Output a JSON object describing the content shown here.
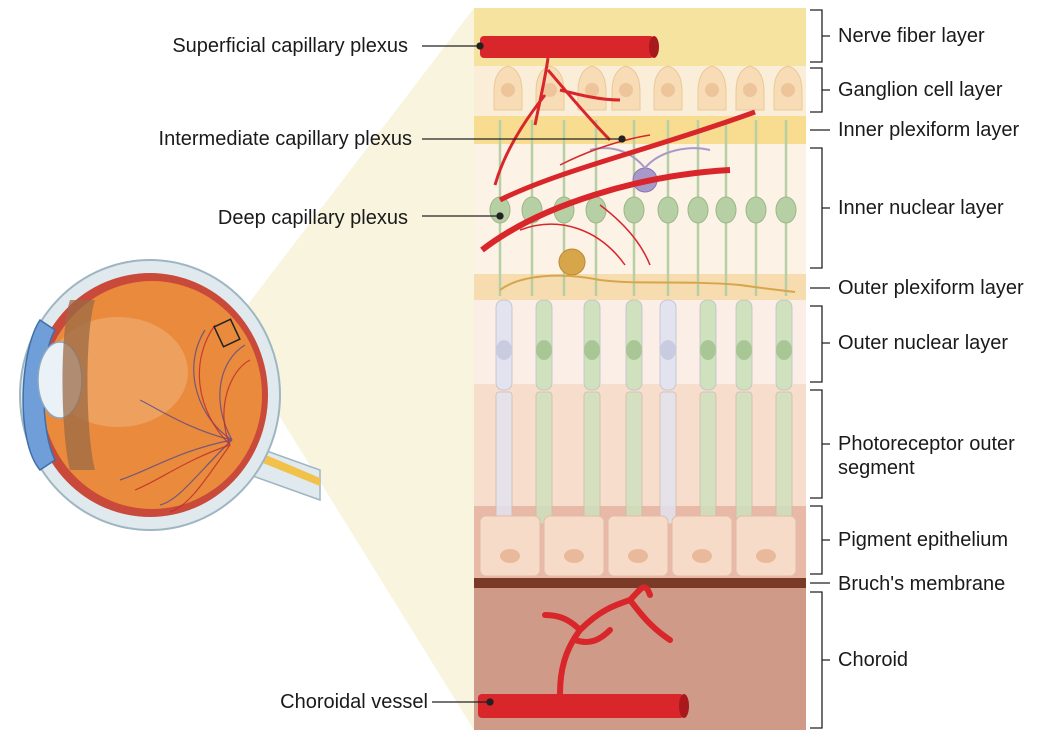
{
  "left_labels": [
    {
      "id": "superficial",
      "text": "Superficial capillary plexus"
    },
    {
      "id": "intermediate",
      "text": "Intermediate capillary plexus"
    },
    {
      "id": "deep",
      "text": "Deep capillary plexus"
    },
    {
      "id": "choroidal",
      "text": "Choroidal vessel"
    }
  ],
  "right_labels": [
    {
      "id": "nfl",
      "text": "Nerve fiber layer"
    },
    {
      "id": "gcl",
      "text": "Ganglion cell layer"
    },
    {
      "id": "ipl",
      "text": "Inner plexiform layer"
    },
    {
      "id": "inl",
      "text": "Inner nuclear layer"
    },
    {
      "id": "opl",
      "text": "Outer plexiform layer"
    },
    {
      "id": "onl",
      "text": "Outer nuclear layer"
    },
    {
      "id": "pos",
      "text": "Photoreceptor outer segment"
    },
    {
      "id": "rpe",
      "text": "Pigment epithelium"
    },
    {
      "id": "bm",
      "text": "Bruch's membrane"
    },
    {
      "id": "ch",
      "text": "Choroid"
    }
  ],
  "colors": {
    "vessel": "#d8262b",
    "vessel_dark": "#a8181c",
    "nfl": "#f6e3a0",
    "gcl": "#fbeed8",
    "ipl": "#f8dc90",
    "inl": "#fdf2e6",
    "opl": "#f6dcae",
    "onl": "#fbeee6",
    "pos": "#f7ddcc",
    "rpe": "#e9b9a8",
    "bm": "#7a3a28",
    "choroid": "#cf9a88",
    "neuron": "#b7cfa4",
    "eye_orange": "#e98a3c"
  }
}
